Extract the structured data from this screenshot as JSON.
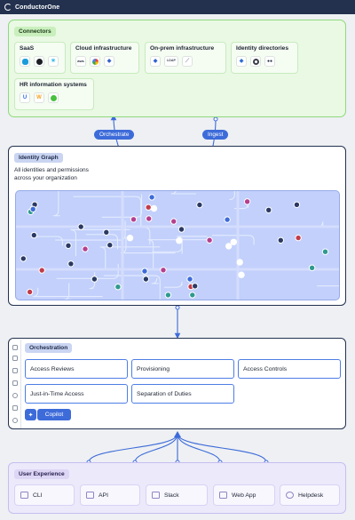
{
  "brand": {
    "name": "ConductorOne"
  },
  "colors": {
    "green_border": "#8fd97c",
    "green_fill": "#e9f9e3",
    "navy": "#23314f",
    "accent_blue": "#3d6bd9",
    "graph_fill": "#c2d0fb",
    "purple_fill": "#ece9fb"
  },
  "connectors": {
    "title": "Connectors",
    "groups": [
      {
        "title": "SaaS",
        "icons": [
          "salesforce-icon",
          "github-icon",
          "snowflake-icon"
        ]
      },
      {
        "title": "Cloud infrastructure",
        "icons": [
          "aws-icon",
          "gcp-icon",
          "azure-icon"
        ]
      },
      {
        "title": "On-prem infrastructure",
        "icons": [
          "active-directory-icon",
          "ldap-icon",
          "server-icon"
        ]
      },
      {
        "title": "Identity directories",
        "icons": [
          "entra-icon",
          "okta-icon",
          "jumpcloud-icon"
        ]
      },
      {
        "title": "HR information systems",
        "icons": [
          "hr-icon-u",
          "workday-icon",
          "hr-icon-green"
        ]
      }
    ],
    "ldap_text": "LDAP"
  },
  "flows": {
    "orchestrate": "Orchestrate",
    "ingest": "Ingest"
  },
  "identity_graph": {
    "title": "Identity Graph",
    "description_line1": "All identities and permissions",
    "description_line2": "across your organization"
  },
  "orchestration": {
    "title": "Orchestration",
    "features": [
      "Access Reviews",
      "Provisioning",
      "Access Controls",
      "Just-in-Time Access",
      "Separation of Duties"
    ],
    "copilot": "Copilot"
  },
  "user_experience": {
    "title": "User Experience",
    "channels": [
      "CLI",
      "API",
      "Slack",
      "Web App",
      "Helpdesk"
    ]
  }
}
